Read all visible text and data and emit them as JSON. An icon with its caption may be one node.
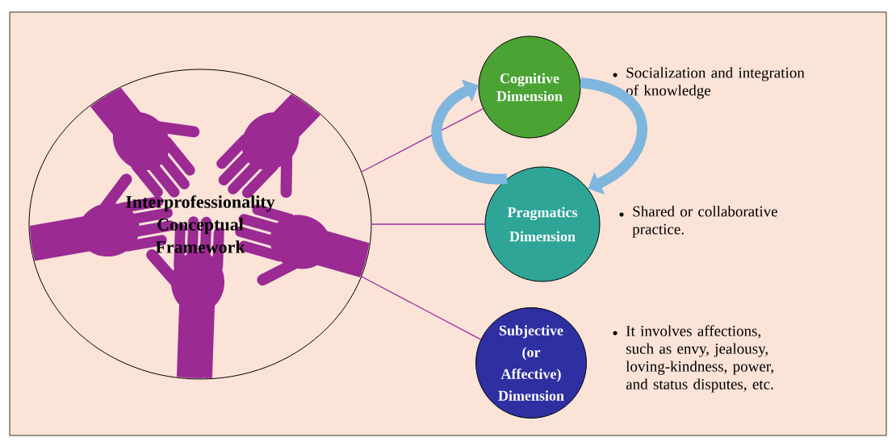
{
  "diagram": {
    "nodes": [
      {
        "text": [
          "Interprofessionality Conceptual Framework"
        ]
      },
      {
        "text": [
          "Cognitive Dimension"
        ],
        "beside": [
          "Socialization and integration of knowledge"
        ]
      },
      {
        "text": [
          "Pragmatics Dimension"
        ],
        "beside": [
          "Shared or collaborative practice."
        ]
      },
      {
        "text": [
          "Subjective (or Affective) Dimension"
        ],
        "beside": [
          "It involves affections, such as envy, jealousy, loving-kindness, power, and status disputes, etc."
        ]
      }
    ],
    "edges": [
      {
        "from": 0,
        "to": 1,
        "arrow": "none"
      },
      {
        "from": 0,
        "to": 2,
        "arrow": "none"
      },
      {
        "from": 0,
        "to": 3,
        "arrow": "none"
      },
      {
        "from": 2,
        "to": 1,
        "arrow": "to",
        "style": "thick",
        "color": "#7fb6de"
      },
      {
        "from": 1,
        "to": 2,
        "arrow": "to",
        "style": "thick",
        "color": "#7fb6de"
      }
    ]
  }
}
